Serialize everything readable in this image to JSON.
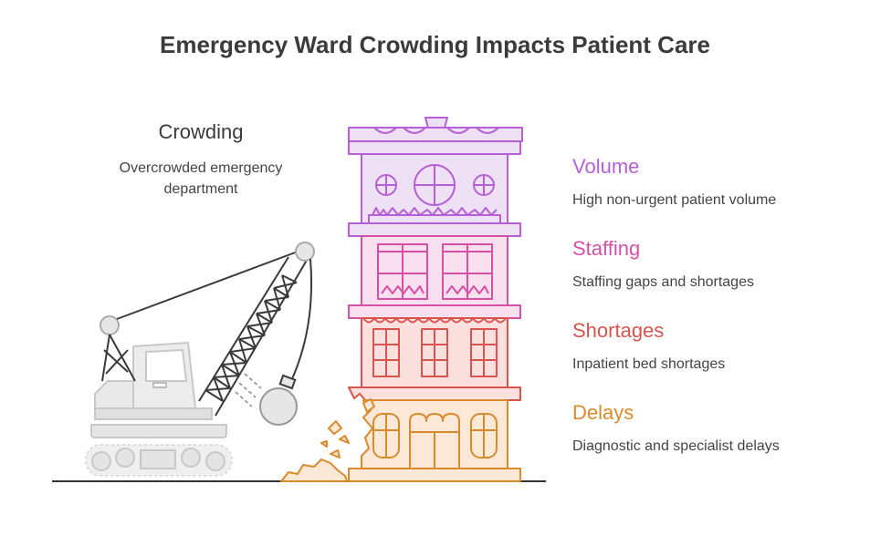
{
  "title": "Emergency Ward Crowding Impacts Patient Care",
  "crowding": {
    "title": "Crowding",
    "description": "Overcrowded emergency department"
  },
  "levels": [
    {
      "label": "Volume",
      "description": "High non-urgent patient volume",
      "color": "#b65fd6",
      "fill": "#efe1f5"
    },
    {
      "label": "Staffing",
      "description": "Staffing gaps and shortages",
      "color": "#d651a6",
      "fill": "#f9e0ef"
    },
    {
      "label": "Shortages",
      "description": "Inpatient bed shortages",
      "color": "#d9534f",
      "fill": "#fbe0de"
    },
    {
      "label": "Delays",
      "description": "Diagnostic and specialist delays",
      "color": "#d98a2b",
      "fill": "#fbe8d6"
    }
  ],
  "icons": [
    "crane-icon",
    "wrecking-ball-icon",
    "building-icon",
    "debris-icon"
  ]
}
